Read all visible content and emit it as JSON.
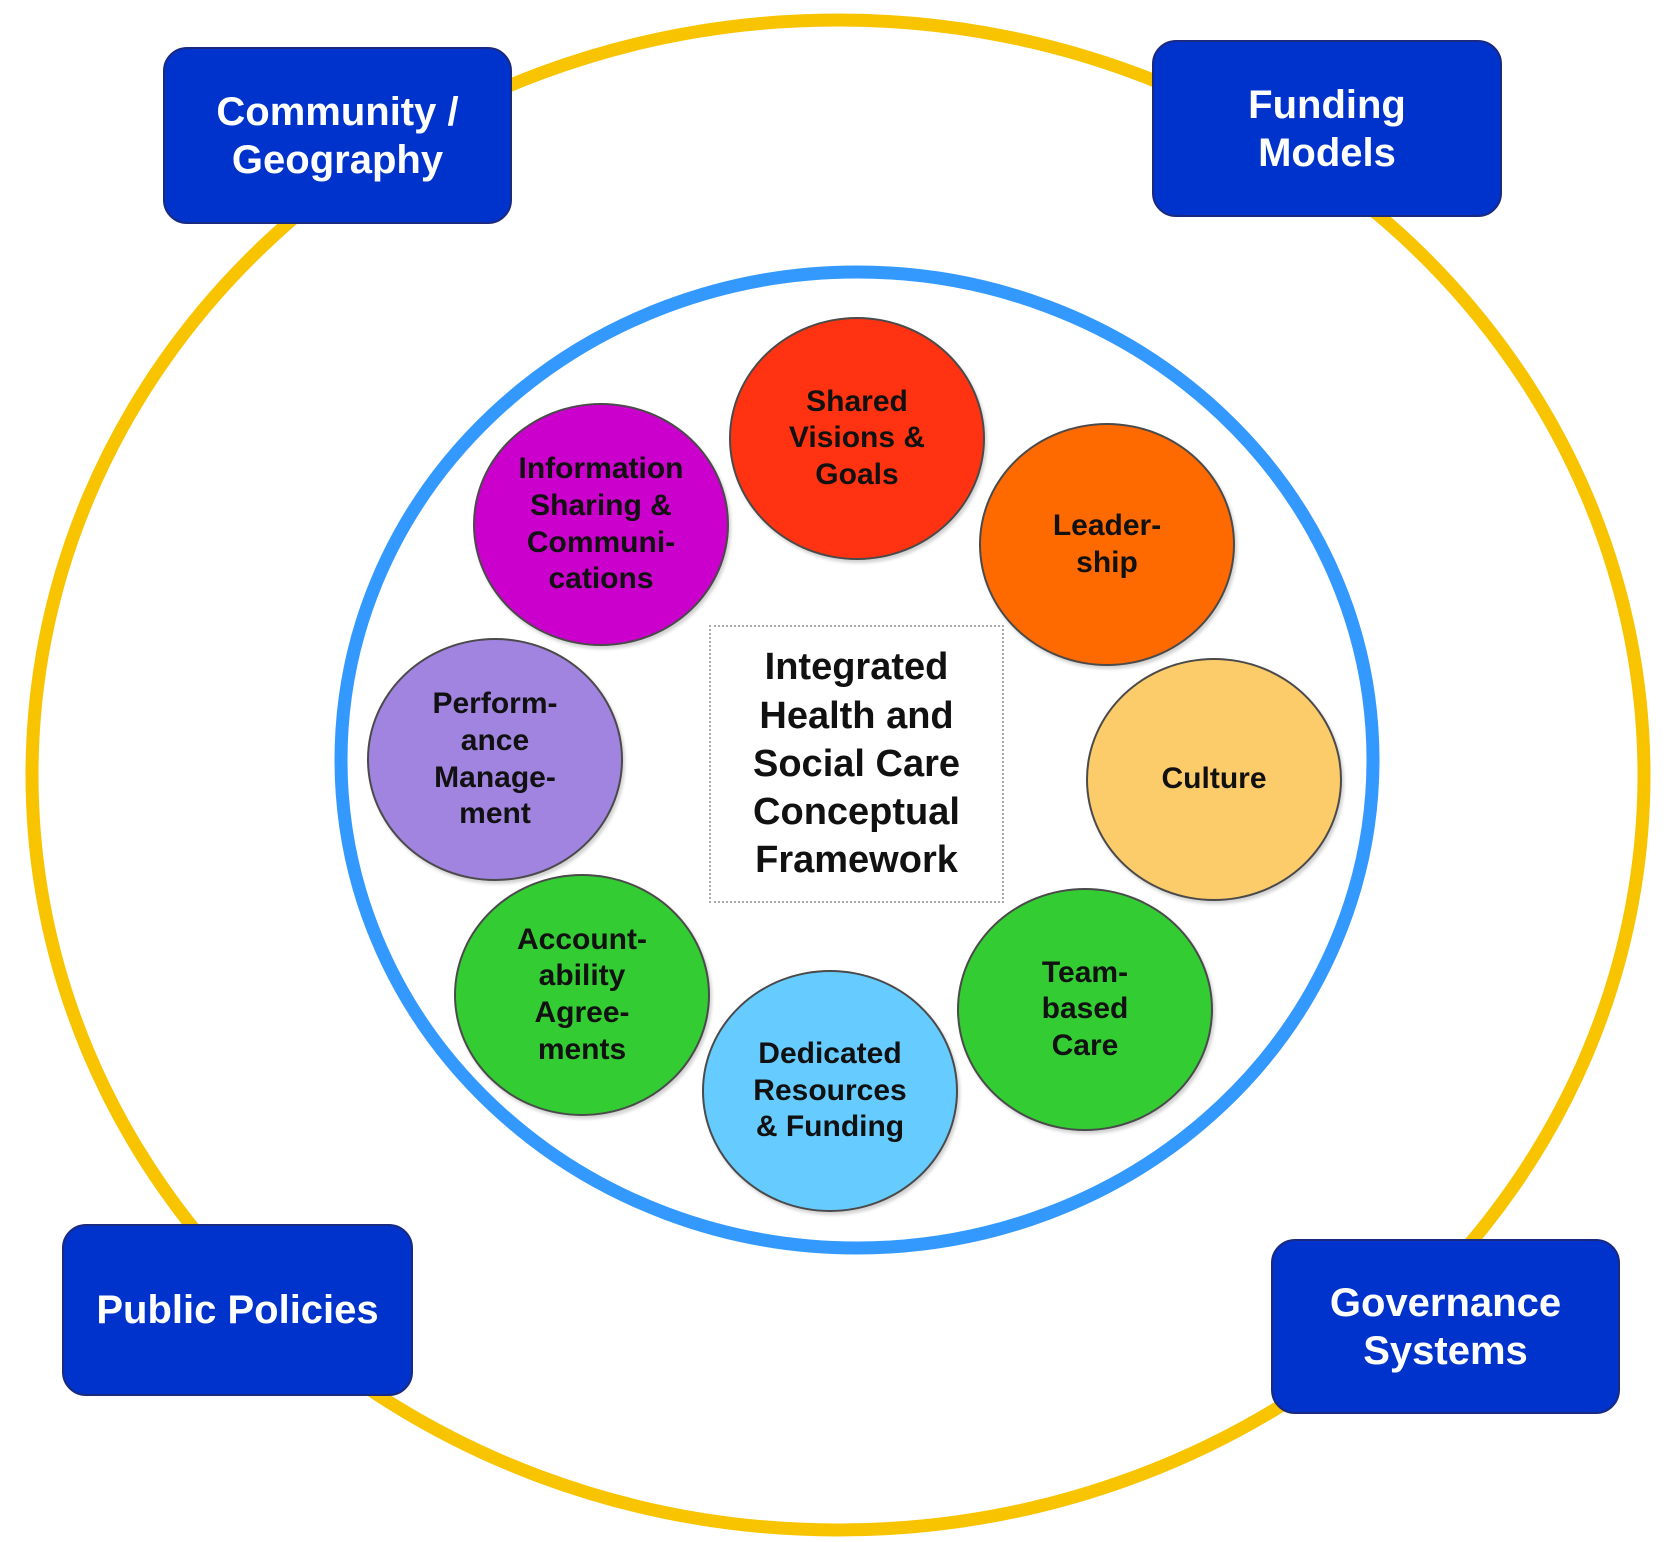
{
  "colors": {
    "outer_ring": "#f8c400",
    "inner_ring": "#3399ff",
    "context_box": "#0033cc"
  },
  "center": {
    "label": "Integrated\nHealth and\nSocial Care\nConceptual\nFramework"
  },
  "context_factors": [
    {
      "id": "community",
      "label": "Community /\nGeography"
    },
    {
      "id": "funding",
      "label": "Funding\nModels"
    },
    {
      "id": "policies",
      "label": "Public Policies"
    },
    {
      "id": "governance",
      "label": "Governance\nSystems"
    }
  ],
  "components": [
    {
      "id": "shared-visions",
      "label": "Shared\nVisions &\nGoals",
      "color": "#ff3311"
    },
    {
      "id": "leadership",
      "label": "Leader-\nship",
      "color": "#ff6a00"
    },
    {
      "id": "culture",
      "label": "Culture",
      "color": "#fccb6a"
    },
    {
      "id": "team-based-care",
      "label": "Team-\nbased\nCare",
      "color": "#33cc33"
    },
    {
      "id": "dedicated-resources",
      "label": "Dedicated\nResources\n& Funding",
      "color": "#66ccff"
    },
    {
      "id": "accountability",
      "label": "Account-\nability\nAgree-\nments",
      "color": "#33cc33"
    },
    {
      "id": "performance",
      "label": "Perform-\nance\nManage-\nment",
      "color": "#a183e0"
    },
    {
      "id": "information-sharing",
      "label": "Information\nSharing &\nCommuni-\ncations",
      "color": "#cc00cc"
    }
  ]
}
